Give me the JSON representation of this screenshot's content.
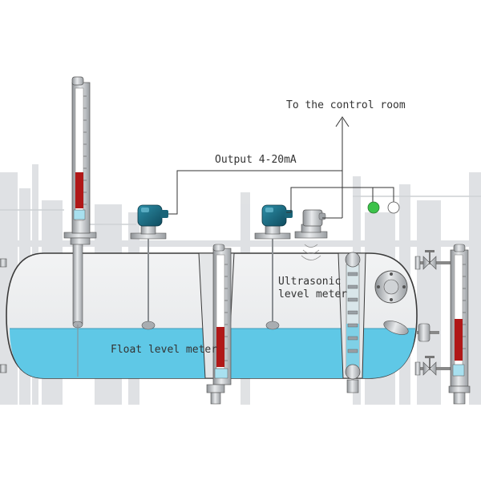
{
  "labels": {
    "control_room": "To the control room",
    "output": "Output 4-20mA",
    "ultrasonic_line1": "Ultrasonic",
    "ultrasonic_line2": "level meter",
    "float_meter": "Float level meter"
  },
  "colors": {
    "water": "#5fc8e6",
    "indicator_red": "#b01818",
    "indicator_green": "#3cc24a",
    "transmitter_head": "#1e6f88",
    "pipe_steel": "#b4b8bc",
    "outline": "#3a3a3a"
  },
  "icons": [
    "transmitter-head-icon",
    "ultrasonic-sensor-icon",
    "green-lamp-icon",
    "white-lamp-icon",
    "valve-icon",
    "arrow-up-icon"
  ]
}
